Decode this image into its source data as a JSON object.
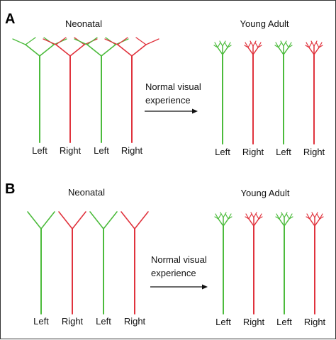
{
  "colors": {
    "left": "#4cbb3c",
    "right": "#e0333d",
    "text": "#111111",
    "arrow": "#111111"
  },
  "panels": [
    {
      "letter": "A",
      "before_title": "Neonatal",
      "after_title": "Young Adult",
      "arrow_line1": "Normal visual",
      "arrow_line2": "experience",
      "before_labels": [
        "Left",
        "Right",
        "Left",
        "Right"
      ],
      "after_labels": [
        "Left",
        "Right",
        "Left",
        "Right"
      ],
      "before_style": "overlapping-arbors",
      "after_style": "segregated-arbors"
    },
    {
      "letter": "B",
      "before_title": "Neonatal",
      "after_title": "Young Adult",
      "arrow_line1": "Normal visual",
      "arrow_line2": "experience",
      "before_labels": [
        "Left",
        "Right",
        "Left",
        "Right"
      ],
      "after_labels": [
        "Left",
        "Right",
        "Left",
        "Right"
      ],
      "before_style": "simple-y",
      "after_style": "segregated-arbors"
    }
  ]
}
